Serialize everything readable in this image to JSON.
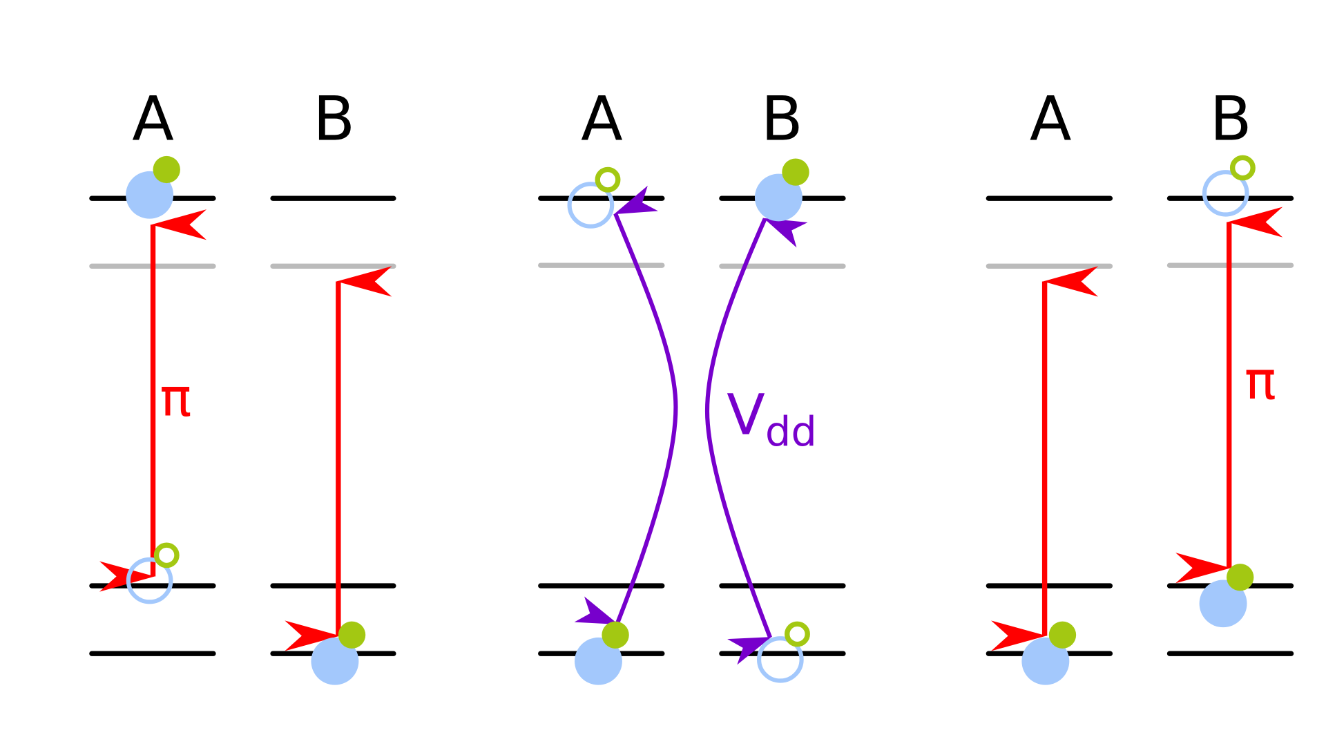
{
  "panels": [
    {
      "label_a": "A",
      "label_b": "B",
      "pulse_label": "π"
    },
    {
      "label_a": "A",
      "label_b": "B",
      "coupling_label": "V",
      "coupling_subscript": "dd"
    },
    {
      "label_a": "A",
      "label_b": "B",
      "pulse_label": "π"
    }
  ],
  "colors": {
    "level": "#000000",
    "virtual_level": "#bbbbbb",
    "pulse_arrow": "#ff0000",
    "coupling_arrow": "#7700cc",
    "atom": "#a3c8fc",
    "electron": "#a3c812"
  }
}
